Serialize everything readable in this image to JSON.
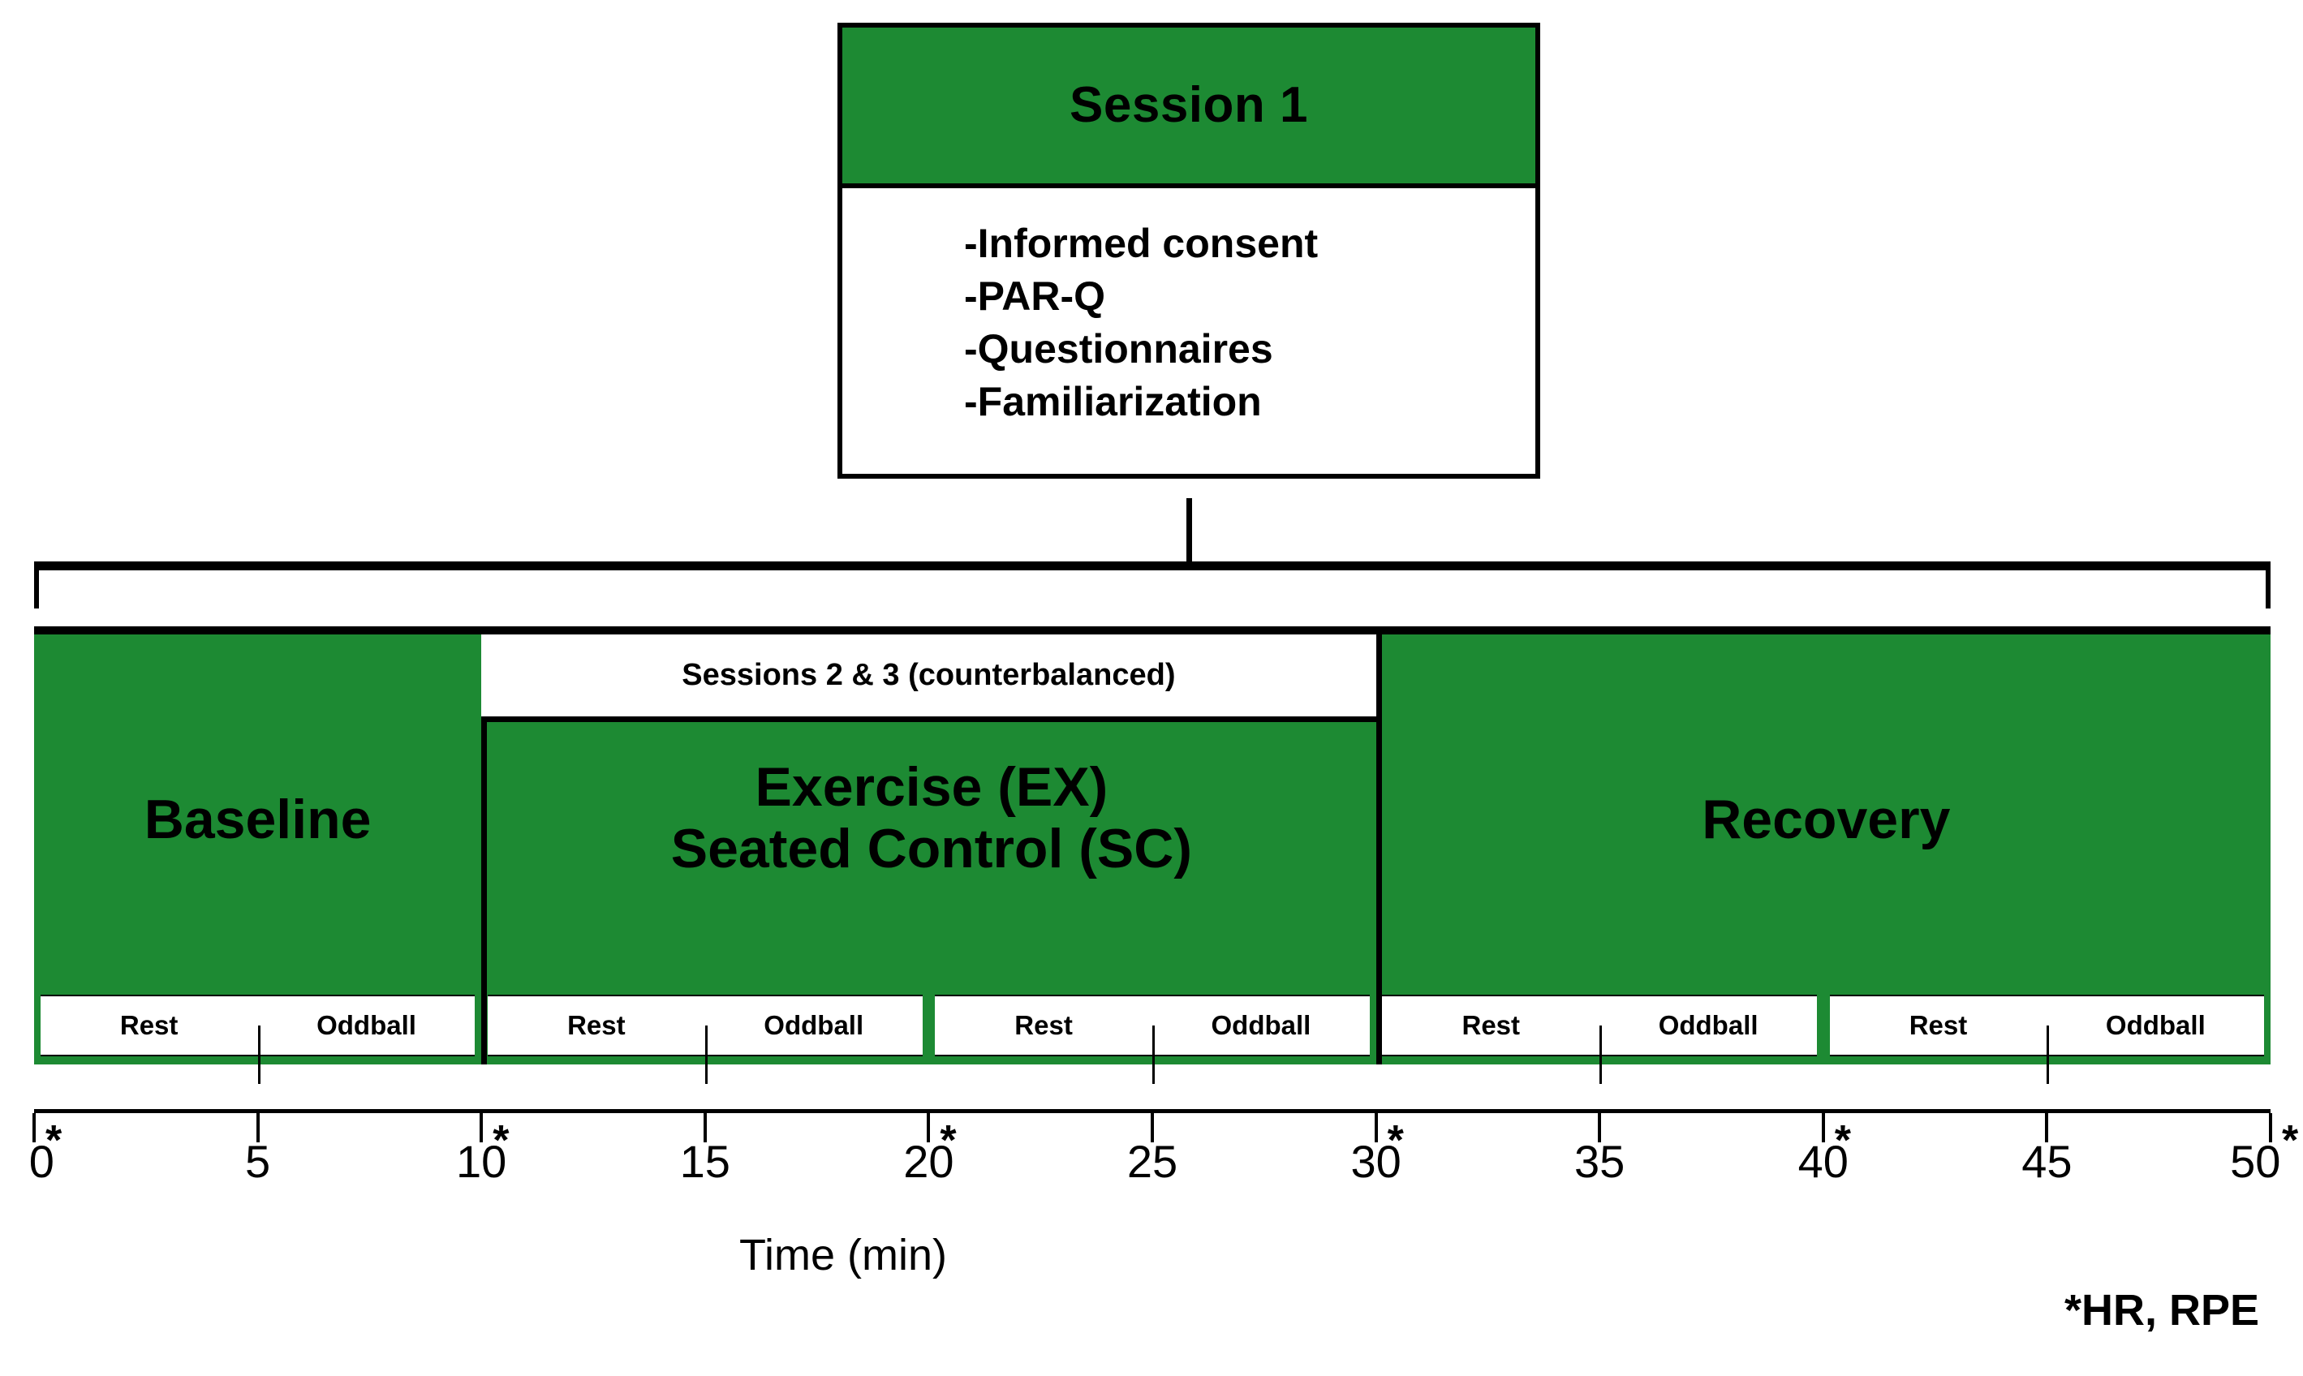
{
  "colors": {
    "phase_green": "#1d8a33",
    "outline": "#000000",
    "background": "#ffffff"
  },
  "session1": {
    "title": "Session 1",
    "items": [
      "-Informed consent",
      "-PAR-Q",
      "-Questionnaires",
      "-Familiarization"
    ]
  },
  "sessions_bar": {
    "label": "Sessions 2 & 3 (counterbalanced)"
  },
  "timeline": {
    "phases": [
      {
        "label_line1": "Baseline",
        "label_line2": "",
        "start_min": 0,
        "end_min": 10
      },
      {
        "label_line1": "Exercise (EX)",
        "label_line2": "Seated Control (SC)",
        "start_min": 10,
        "end_min": 30
      },
      {
        "label_line1": "Recovery",
        "label_line2": "",
        "start_min": 30,
        "end_min": 50
      }
    ],
    "segments": [
      {
        "start_min": 0,
        "end_min": 10,
        "first": "Rest",
        "second": "Oddball"
      },
      {
        "start_min": 10,
        "end_min": 20,
        "first": "Rest",
        "second": "Oddball"
      },
      {
        "start_min": 20,
        "end_min": 30,
        "first": "Rest",
        "second": "Oddball"
      },
      {
        "start_min": 30,
        "end_min": 40,
        "first": "Rest",
        "second": "Oddball"
      },
      {
        "start_min": 40,
        "end_min": 50,
        "first": "Rest",
        "second": "Oddball"
      }
    ]
  },
  "axis": {
    "title": "Time (min)",
    "min": 0,
    "max": 50,
    "tick_step": 5,
    "ticks": [
      {
        "value": 0,
        "label": "0",
        "star": true
      },
      {
        "value": 5,
        "label": "5",
        "star": false
      },
      {
        "value": 10,
        "label": "10",
        "star": true
      },
      {
        "value": 15,
        "label": "15",
        "star": false
      },
      {
        "value": 20,
        "label": "20",
        "star": true
      },
      {
        "value": 25,
        "label": "25",
        "star": false
      },
      {
        "value": 30,
        "label": "30",
        "star": true
      },
      {
        "value": 35,
        "label": "35",
        "star": false
      },
      {
        "value": 40,
        "label": "40",
        "star": true
      },
      {
        "value": 45,
        "label": "45",
        "star": false
      },
      {
        "value": 50,
        "label": "50",
        "star": true
      }
    ],
    "star_glyph": "*"
  },
  "footnote": {
    "text": "*HR, RPE"
  },
  "chart_data": {
    "type": "table",
    "title": "Study protocol timeline",
    "xlabel": "Time (min)",
    "xlim": [
      0,
      50
    ],
    "categories": [
      "Baseline",
      "Exercise (EX) / Seated Control (SC)",
      "Recovery"
    ],
    "values": [
      10,
      20,
      20
    ],
    "annotations": [
      "*HR, RPE",
      "Sessions 2 & 3 (counterbalanced)"
    ]
  }
}
